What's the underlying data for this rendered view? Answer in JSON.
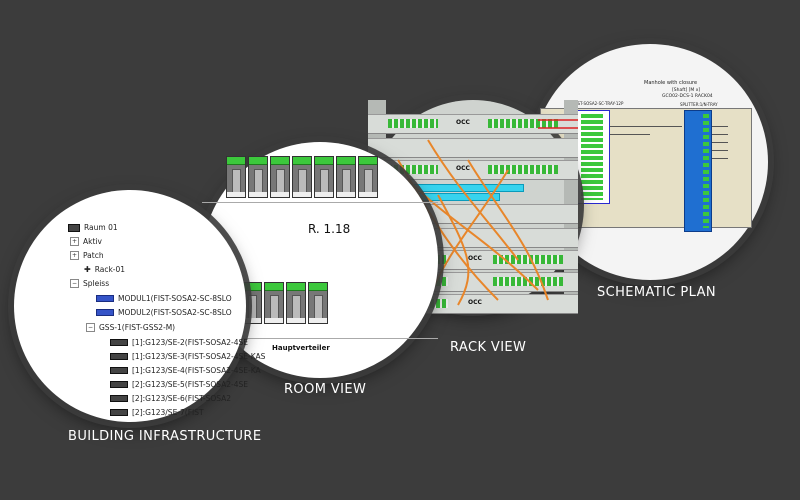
{
  "captions": {
    "building": "BUILDING INFRASTRUCTURE",
    "room": "ROOM VIEW",
    "rack": "RACK VIEW",
    "schematic": "SCHEMATIC PLAN"
  },
  "building_tree": {
    "root": "Raum 01",
    "items": [
      "Aktiv",
      "Patch",
      "Rack-01",
      "Spleiss"
    ],
    "spleiss_children": [
      "MODUL1(FIST-SOSA2-SC-8SLO",
      "MODUL2(FIST-SOSA2-SC-8SLO"
    ],
    "gss": "GSS-1(FIST-GSS2-M)",
    "gss_children": [
      "[1]:G123/SE-2(FIST-SOSA2-4SE",
      "[1]:G123/SE-3(FIST-SOSA2-4SE-KAS",
      "[1]:G123/SE-4(FIST-SOSA2-4SE-KA",
      "[2]:G123/SE-5(FIST-SOSA2-4SE",
      "[2]:G123/SE-6(FIST-SOSA2",
      "[2]:G123/SE-7(FIST"
    ]
  },
  "room_view": {
    "room_label": "R. 1.18",
    "distributor_label": "Hauptverteiler"
  },
  "rack_view": {
    "occ_label": "OCC"
  },
  "schematic": {
    "header_text": "Manhole with closure",
    "shaft_label": "[Shaft] [M x]",
    "rack_label": "GCO02-DCS-1 RACK04",
    "left_box_label": "FIST-SOSA2-SC-TRAY-12P",
    "right_box_label": "SPLITTER:1/N-TRAY"
  },
  "colors": {
    "background": "#3c3c3c",
    "green": "#3cc83c",
    "blue": "#1f6fd1",
    "cyan": "#37d3ee",
    "orange": "#e8862a"
  }
}
